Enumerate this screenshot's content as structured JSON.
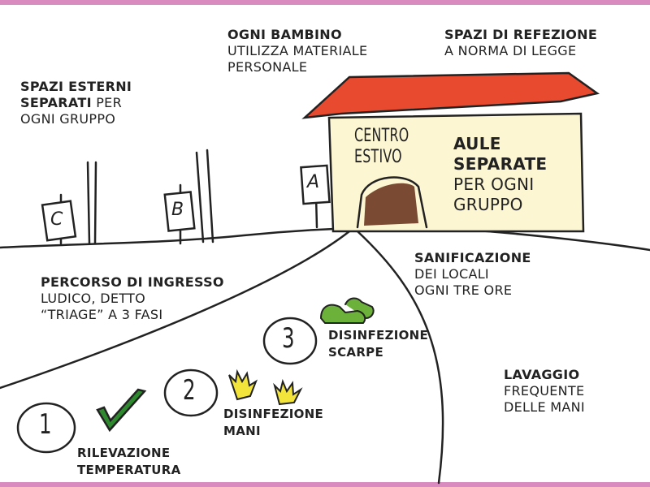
{
  "colors": {
    "border": "#d98bbf",
    "roof": "#e84a2f",
    "wall": "#fdf6d2",
    "door": "#7a4a32",
    "check": "#2f8a2f",
    "gloves": "#f2e43a",
    "shoes": "#6bb13a"
  },
  "signs": [
    "A",
    "B",
    "C"
  ],
  "building": {
    "sign_line1": "CENTRO",
    "sign_line2": "ESTIVO",
    "bold1": "AULE",
    "bold2": "SEPARATE",
    "normal1": "PER OGNI",
    "normal2": "GRUPPO"
  },
  "notes": {
    "spazi_esterni": {
      "bold1": "SPAZI ESTERNI",
      "bold2": "SEPARATI",
      "normal2": " PER",
      "normal3": "OGNI GRUPPO"
    },
    "ogni_bambino": {
      "bold": "OGNI BAMBINO",
      "normal1": "UTILIZZA MATERIALE",
      "normal2": "PERSONALE"
    },
    "refezione": {
      "bold": "SPAZI DI REFEZIONE",
      "normal": "A NORMA DI LEGGE"
    },
    "sanificazione": {
      "bold": "SANIFICAZIONE",
      "normal1": "DEI LOCALI",
      "normal2": "OGNI TRE ORE"
    },
    "percorso": {
      "bold": "PERCORSO DI INGRESSO",
      "normal1": "LUDICO, DETTO",
      "normal2": "“TRIAGE” A 3 FASI"
    },
    "lavaggio": {
      "bold": "LAVAGGIO",
      "normal1": "FREQUENTE",
      "normal2": "DELLE MANI"
    }
  },
  "steps": [
    {
      "number": "1",
      "label1": "RILEVAZIONE",
      "label2": "TEMPERATURA",
      "icon": "check-icon"
    },
    {
      "number": "2",
      "label1": "DISINFEZIONE",
      "label2": "MANI",
      "icon": "gloves-icon"
    },
    {
      "number": "3",
      "label1": "DISINFEZIONE",
      "label2": "SCARPE",
      "icon": "shoes-icon"
    }
  ]
}
